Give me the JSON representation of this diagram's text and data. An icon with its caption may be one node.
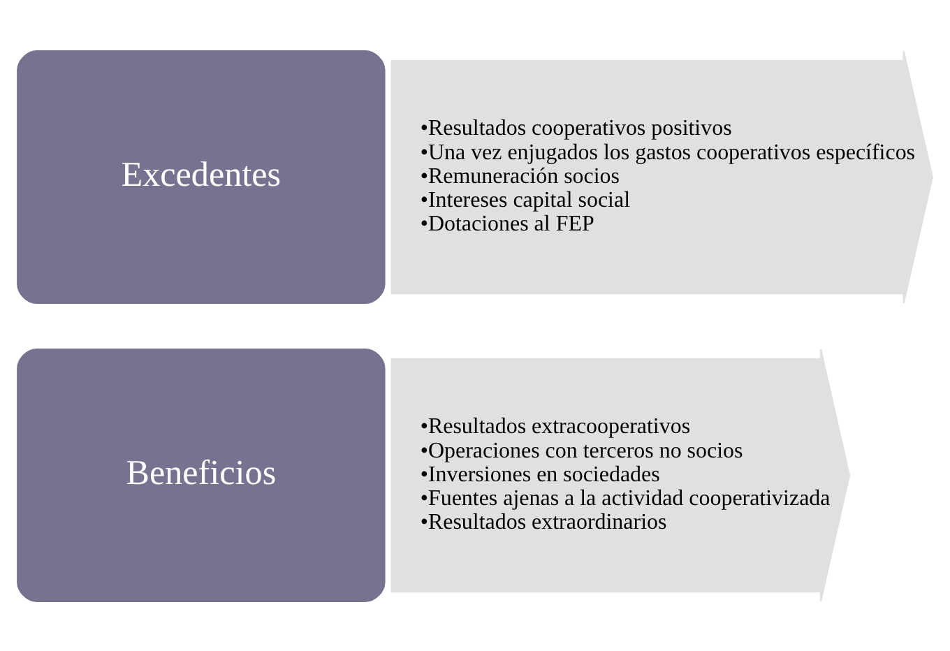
{
  "diagram": {
    "nodes": [
      {
        "text": [
          "Excedentes"
        ]
      },
      {
        "text": [
          "•Resultados cooperativos positivos",
          "•Una vez enjugados los gastos cooperativos específicos",
          "•Remuneración socios",
          "•Intereses capital social",
          "•Dotaciones al FEP"
        ]
      },
      {
        "text": [
          "Beneficios"
        ]
      },
      {
        "text": [
          "•Resultados extracooperativos",
          "•Operaciones con terceros no socios",
          "•Inversiones en sociedades",
          "•Fuentes ajenas a la actividad cooperativizada",
          "•Resultados extraordinarios"
        ]
      }
    ],
    "edges": []
  }
}
